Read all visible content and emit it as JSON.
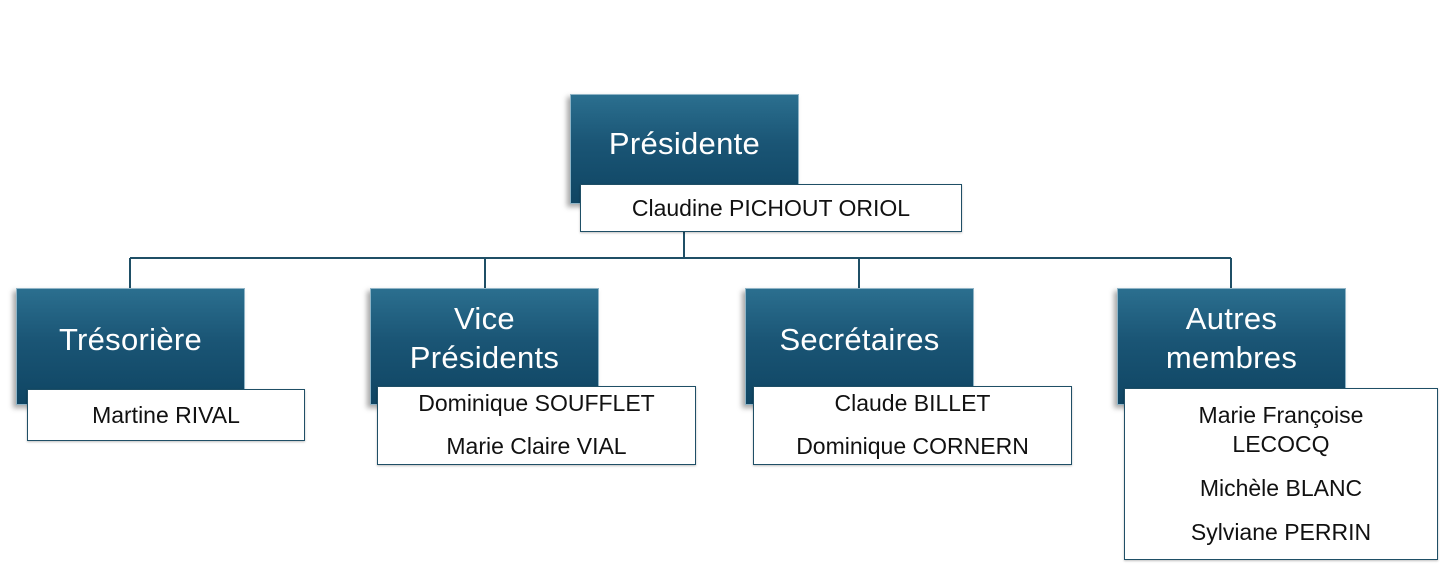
{
  "chart": {
    "root": {
      "role": "Présidente",
      "names": [
        "Claudine PICHOUT ORIOL"
      ]
    },
    "children": [
      {
        "role": "Trésorière",
        "names": [
          "Martine RIVAL"
        ]
      },
      {
        "role": "Vice\nPrésidents",
        "names": [
          "Dominique SOUFFLET",
          "Marie Claire VIAL"
        ]
      },
      {
        "role": "Secrétaires",
        "names": [
          "Claude BILLET",
          "Dominique CORNERN"
        ]
      },
      {
        "role": "Autres\nmembres",
        "names": [
          "Marie Françoise\nLECOCQ",
          "Michèle BLANC",
          "Sylviane PERRIN"
        ]
      }
    ]
  },
  "colors": {
    "box_fill": "#1a5575",
    "box_fill_light": "#2b6f8f",
    "connector": "#1f4f66",
    "box_text": "#ffffff",
    "name_text": "#111111"
  }
}
